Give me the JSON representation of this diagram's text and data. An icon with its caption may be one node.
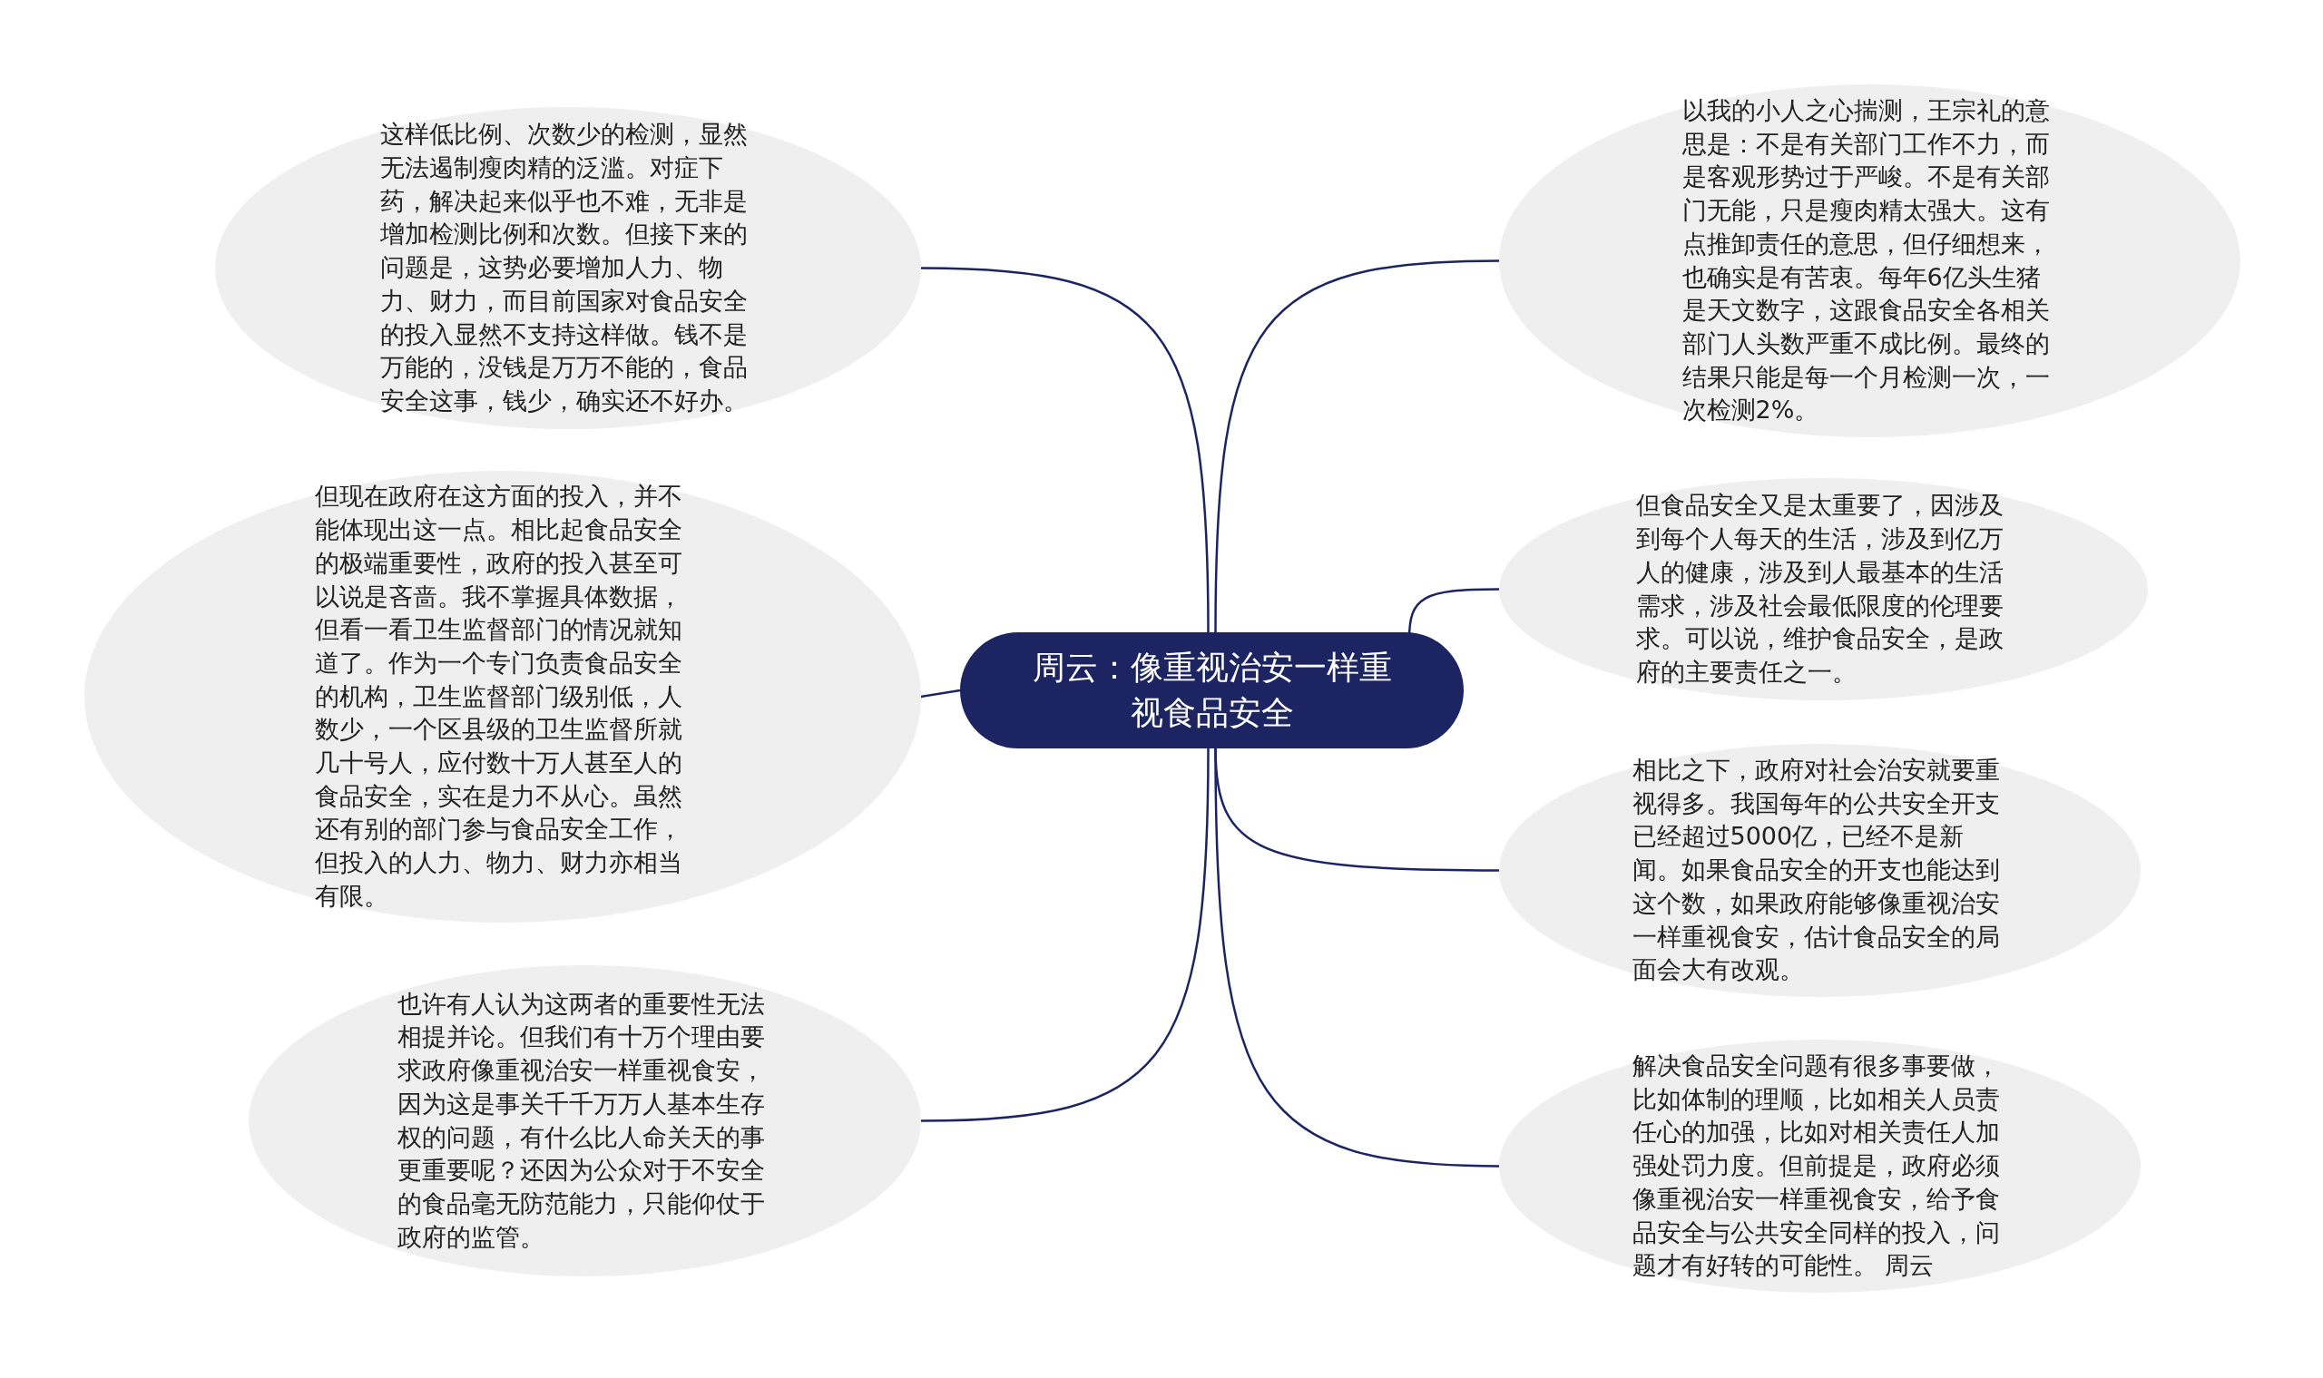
{
  "diagram": {
    "nodes": [
      {
        "text": [
          "周云：像重视治安一样重视食品安全"
        ]
      },
      {
        "text": [
          "这样低比例、次数少的检测，显然无法遏制瘦肉精的泛滥。对症下药，解决起来似乎也不难，无非是增加检测比例和次数。但接下来的问题是，这势必要增加人力、物力、财力，而目前国家对食品安全的投入显然不支持这样做。钱不是万能的，没钱是万万不能的，食品安全这事，钱少，确实还不好办。"
        ]
      },
      {
        "text": [
          "但现在政府在这方面的投入，并不能体现出这一点。相比起食品安全的极端重要性，政府的投入甚至可以说是吝啬。我不掌握具体数据，但看一看卫生监督部门的情况就知道了。作为一个专门负责食品安全的机构，卫生监督部门级别低，人数少，一个区县级的卫生监督所就几十号人，应付数十万人甚至人的食品安全，实在是力不从心。虽然还有别的部门参与食品安全工作，但投入的人力、物力、财力亦相当有限。"
        ]
      },
      {
        "text": [
          "也许有人认为这两者的重要性无法相提并论。但我们有十万个理由要求政府像重视治安一样重视食安，因为这是事关千千万万人基本生存权的问题，有什么比人命关天的事更重要呢？还因为公众对于不安全的食品毫无防范能力，只能仰仗于政府的监管。"
        ]
      },
      {
        "text": [
          "以我的小人之心揣测，王宗礼的意思是：不是有关部门工作不力，而是客观形势过于严峻。不是有关部门无能，只是瘦肉精太强大。这有点推卸责任的意思，但仔细想来，也确实是有苦衷。每年6亿头生猪是天文数字，这跟食品安全各相关部门人头数严重不成比例。最终的结果只能是每一个月检测一次，一次检测2%。"
        ]
      },
      {
        "text": [
          "但食品安全又是太重要了，因涉及到每个人每天的生活，涉及到亿万人的健康，涉及到人最基本的生活需求，涉及社会最低限度的伦理要求。可以说，维护食品安全，是政府的主要责任之一。"
        ]
      },
      {
        "text": [
          "相比之下，政府对社会治安就要重视得多。我国每年的公共安全开支已经超过5000亿，已经不是新闻。如果食品安全的开支也能达到这个数，如果政府能够像重视治安一样重视食安，估计食品安全的局面会大有改观。"
        ]
      },
      {
        "text": [
          "解决食品安全问题有很多事要做，比如体制的理顺，比如相关人员责任心的加强，比如对相关责任人加强处罚力度。但前提是，政府必须像重视治安一样重视食安，给予食品安全与公共安全同样的投入，问题才有好转的可能性。 周云"
        ]
      }
    ],
    "edges": [
      {
        "from": 0,
        "to": 1,
        "arrow": "none"
      },
      {
        "from": 0,
        "to": 2,
        "arrow": "none"
      },
      {
        "from": 0,
        "to": 3,
        "arrow": "none"
      },
      {
        "from": 0,
        "to": 4,
        "arrow": "none"
      },
      {
        "from": 0,
        "to": 5,
        "arrow": "none"
      },
      {
        "from": 0,
        "to": 6,
        "arrow": "none"
      },
      {
        "from": 0,
        "to": 7,
        "arrow": "none"
      }
    ]
  }
}
